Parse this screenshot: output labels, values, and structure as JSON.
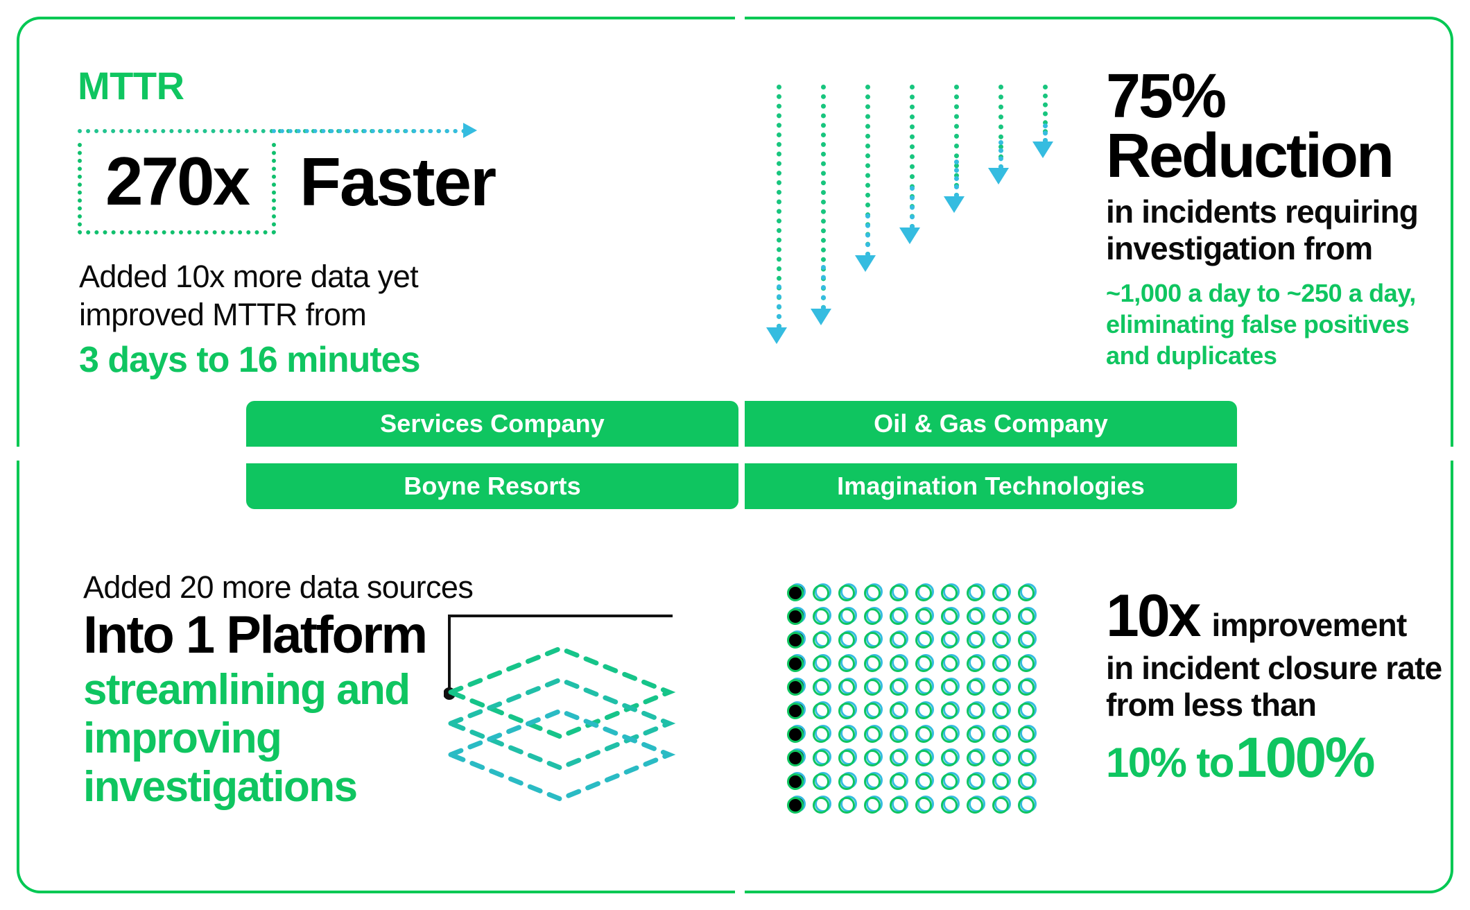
{
  "brand": {
    "green": "#0FC560",
    "green_border": "#00C853",
    "cyan": "#35BCE0",
    "teal": "#18C57E",
    "black": "#000000"
  },
  "panels": {
    "top_left": {
      "label": "Services Company",
      "kicker": "MTTR",
      "metric": "270x",
      "metric_suffix": "Faster",
      "body_line1": "Added 10x more data yet",
      "body_line2": "improved MTTR from",
      "highlight": "3 days to 16 minutes",
      "arrow_icon": "right-arrow-dashed-icon"
    },
    "top_right": {
      "label": "Oil & Gas Company",
      "metric_line1": "75%",
      "metric_line2": "Reduction",
      "sub_line1": "in incidents requiring",
      "sub_line2": "investigation from",
      "highlight_line1": "~1,000 a day to ~250 a day,",
      "highlight_line2": "eliminating false positives",
      "highlight_line3": "and duplicates",
      "arrows_icon": "descending-dashed-arrows-icon",
      "arrow_count": 7
    },
    "bottom_left": {
      "label": "Boyne Resorts",
      "lead": "Added 20 more data sources",
      "headline": "Into 1 Platform",
      "highlight_line1": "streamlining and",
      "highlight_line2": "improving",
      "highlight_line3": "investigations",
      "icon": "stacked-layers-dashed-icon"
    },
    "bottom_right": {
      "label": "Imagination Technologies",
      "metric": "10x",
      "metric_suffix": "improvement",
      "sub_line1": "in incident closure rate",
      "sub_line2": "from less than",
      "highlight_from": "10% to",
      "highlight_to": "100%",
      "icon": "dot-matrix-icon"
    }
  },
  "chart_data": {
    "type": "table",
    "title": "Customer outcome metrics",
    "rows": [
      {
        "company": "Services Company",
        "metric": "MTTR 270x Faster",
        "detail": "Added 10x more data yet improved MTTR from 3 days to 16 minutes",
        "from": "3 days",
        "to": "16 minutes",
        "factor": 270
      },
      {
        "company": "Oil & Gas Company",
        "metric": "75% Reduction",
        "detail": "in incidents requiring investigation from ~1,000 a day to ~250 a day, eliminating false positives and duplicates",
        "from": 1000,
        "to": 250,
        "unit": "incidents per day",
        "reduction_pct": 75
      },
      {
        "company": "Boyne Resorts",
        "metric": "Into 1 Platform",
        "detail": "Added 20 more data sources into 1 platform, streamlining and improving investigations",
        "data_sources_added": 20,
        "platforms": 1
      },
      {
        "company": "Imagination Technologies",
        "metric": "10x improvement",
        "detail": "in incident closure rate from less than 10% to 100%",
        "from_pct": 10,
        "to_pct": 100,
        "factor": 10
      }
    ],
    "dot_matrix": {
      "rows": 10,
      "cols": 10,
      "filled": 10,
      "filled_pct": 10,
      "total": 100
    },
    "descending_arrows": {
      "count": 7,
      "lengths_pct": [
        100,
        95,
        74,
        62,
        49,
        36,
        25
      ]
    }
  }
}
